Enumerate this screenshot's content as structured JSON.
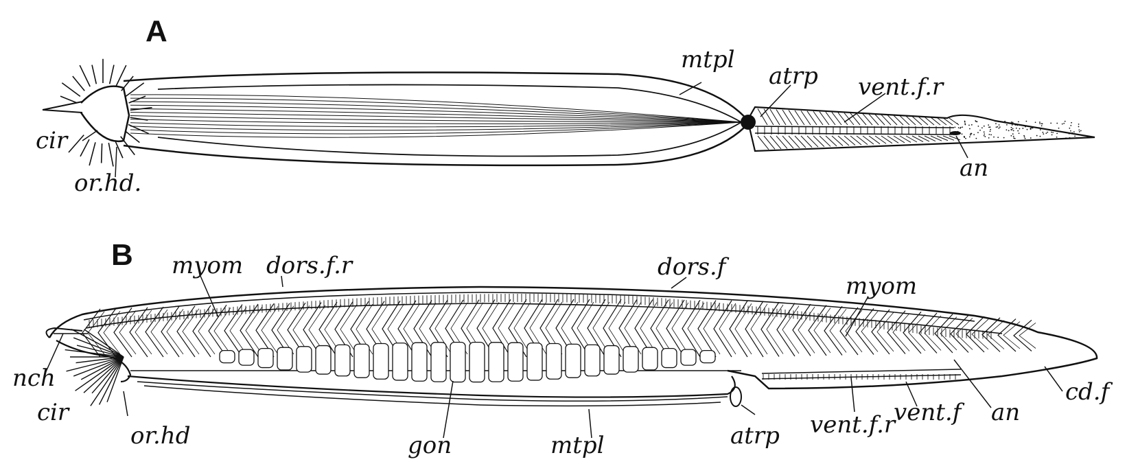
{
  "figure": {
    "panel_a": {
      "letter": "A",
      "labels": {
        "mtpl": "mtpl",
        "atrp": "atrp",
        "vent_fr": "vent.f.r",
        "cir": "cir",
        "or_hd": "or.hd.",
        "an": "an"
      }
    },
    "panel_b": {
      "letter": "B",
      "labels": {
        "myom_1": "myom",
        "dors_fr": "dors.f.r",
        "dors_f": "dors.f",
        "myom_2": "myom",
        "nch": "nch",
        "cir": "cir",
        "or_hd": "or.hd",
        "gon": "gon",
        "mtpl": "mtpl",
        "atrp": "atrp",
        "vent_fr": "vent.f.r",
        "vent_f": "vent.f",
        "an": "an",
        "cd_f": "cd.f"
      }
    }
  }
}
